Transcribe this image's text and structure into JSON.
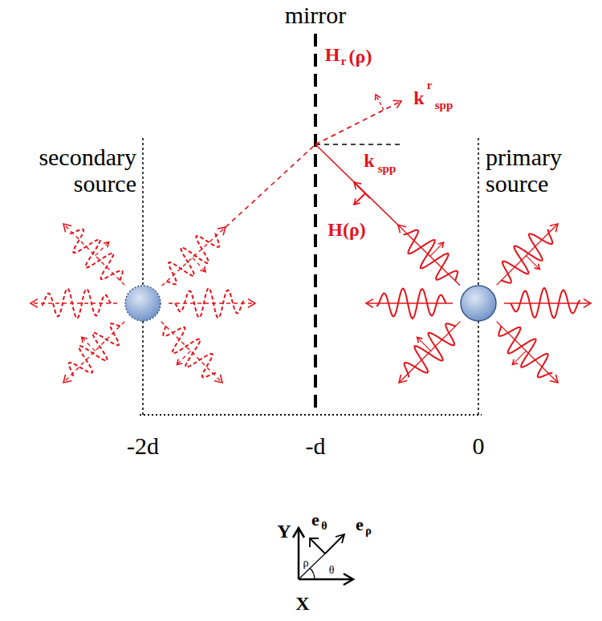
{
  "diagram": {
    "labels": [
      "mirror",
      "secondary source",
      "primary source",
      "-2d",
      "-d",
      "0",
      "H",
      "r",
      "(ρ)",
      "k",
      "r",
      "spp",
      "k",
      "spp",
      "H(ρ)",
      "Y",
      "X",
      "ρ",
      "θ",
      "e",
      "θ",
      "e",
      "ρ"
    ]
  }
}
